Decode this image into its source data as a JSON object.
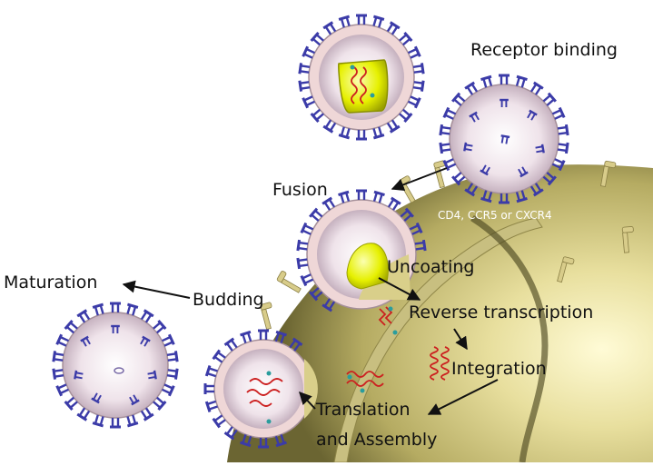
{
  "labels": {
    "receptor_binding": "Receptor binding",
    "fusion": "Fusion",
    "receptors": "CD4, CCR5 or CXCR4",
    "uncoating": "Uncoating",
    "reverse_transcription": "Reverse transcription",
    "integration": "Integration",
    "translation_line1": "Translation",
    "translation_line2": "and Assembly",
    "budding": "Budding",
    "maturation": "Maturation"
  },
  "colors": {
    "cell_light": "#fffbd6",
    "cell_mid": "#d9cf8a",
    "cell_dark": "#6b6532",
    "nucleus_band": "#c8bf80",
    "virion_membrane": "#efd7d7",
    "virion_inner": "#f8f0f2",
    "spike": "#3b3ba8",
    "capsid": "#e6f000",
    "rna": "#cc1f1f",
    "enzyme": "#2a9d9d",
    "arrow": "#111111"
  }
}
